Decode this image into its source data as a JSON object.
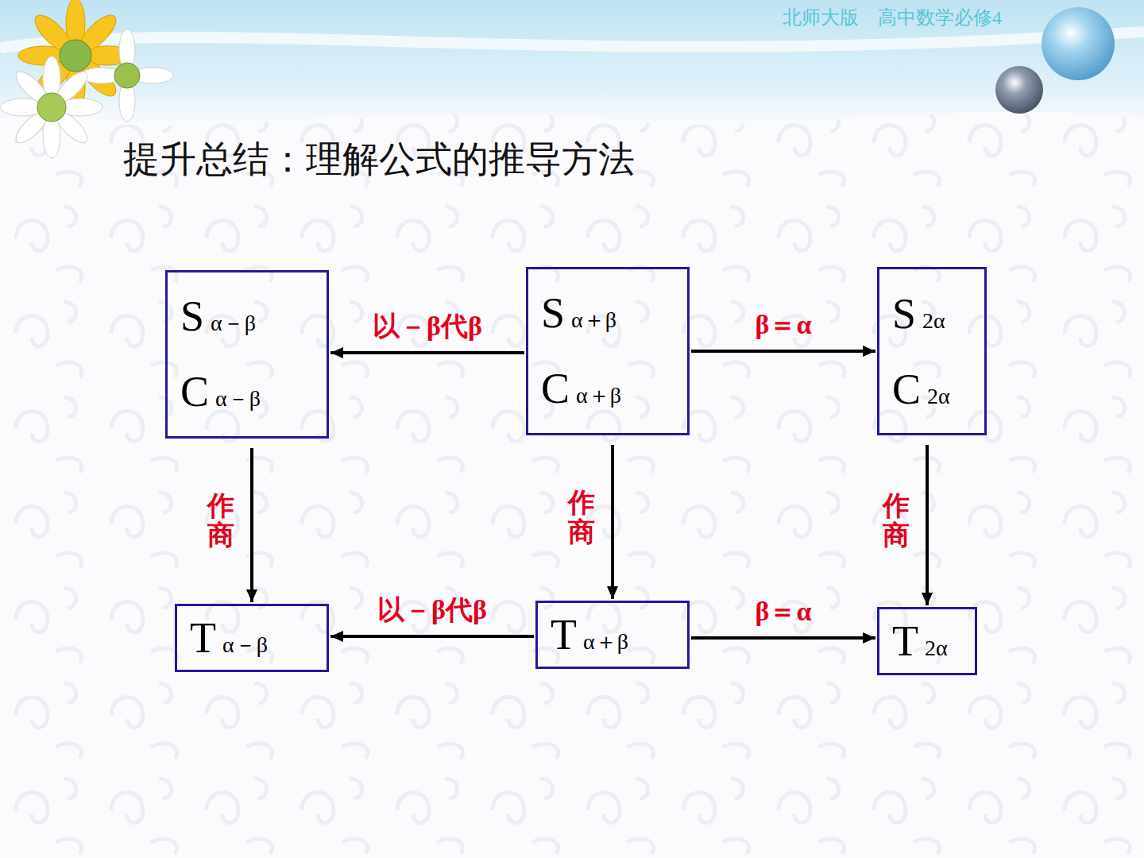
{
  "diagram": {
    "title": "提升总结：理解公式的推导方法",
    "nodes": [
      {
        "text": [
          "S",
          "α－β",
          "C",
          "α－β"
        ]
      },
      {
        "text": [
          "S",
          "α＋β",
          "C",
          "α＋β"
        ]
      },
      {
        "text": [
          "S",
          "2α",
          "C",
          "2α"
        ]
      },
      {
        "text": [
          "T",
          "α－β"
        ]
      },
      {
        "text": [
          "T",
          "α＋β"
        ]
      },
      {
        "text": [
          "T",
          "2α"
        ]
      }
    ],
    "edges": [
      {
        "from": 1,
        "to": 0,
        "arrow": "to",
        "label": "以－β代β"
      },
      {
        "from": 1,
        "to": 2,
        "arrow": "to",
        "label": "β＝α"
      },
      {
        "from": 0,
        "to": 3,
        "arrow": "to",
        "label": "作商"
      },
      {
        "from": 1,
        "to": 4,
        "arrow": "to",
        "label": "作商"
      },
      {
        "from": 2,
        "to": 5,
        "arrow": "to",
        "label": "作商"
      },
      {
        "from": 4,
        "to": 3,
        "arrow": "to",
        "label": "以－β代β"
      },
      {
        "from": 4,
        "to": 5,
        "arrow": "to",
        "label": "β＝α"
      }
    ],
    "labels": [
      "北师大版　高中数学必修4"
    ]
  }
}
